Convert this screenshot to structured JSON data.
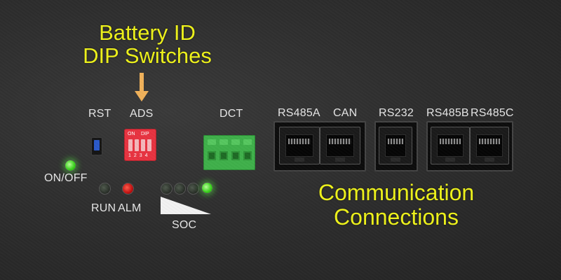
{
  "annotations": {
    "dip_title": [
      "Battery ID",
      "DIP Switches"
    ],
    "comm_title": [
      "Communication",
      "Connections"
    ],
    "color": "#eef21a",
    "arrow_color": "#f0b15a"
  },
  "labels": {
    "rst": "RST",
    "ads": "ADS",
    "dct": "DCT",
    "rs485a": "RS485A",
    "can": "CAN",
    "rs232": "RS232",
    "rs485b": "RS485B",
    "rs485c": "RS485C",
    "on_off": "ON/OFF",
    "run": "RUN",
    "alm": "ALM",
    "soc": "SOC"
  },
  "dip_switch": {
    "on": "ON",
    "dip": "DIP",
    "numbers": "1234",
    "color": "#e83340"
  },
  "leds": {
    "on_off": "green-on",
    "run": "off",
    "alm": "red",
    "soc_levels": [
      "off",
      "off",
      "off",
      "green-on"
    ]
  },
  "terminal_color": "#3fb04a"
}
